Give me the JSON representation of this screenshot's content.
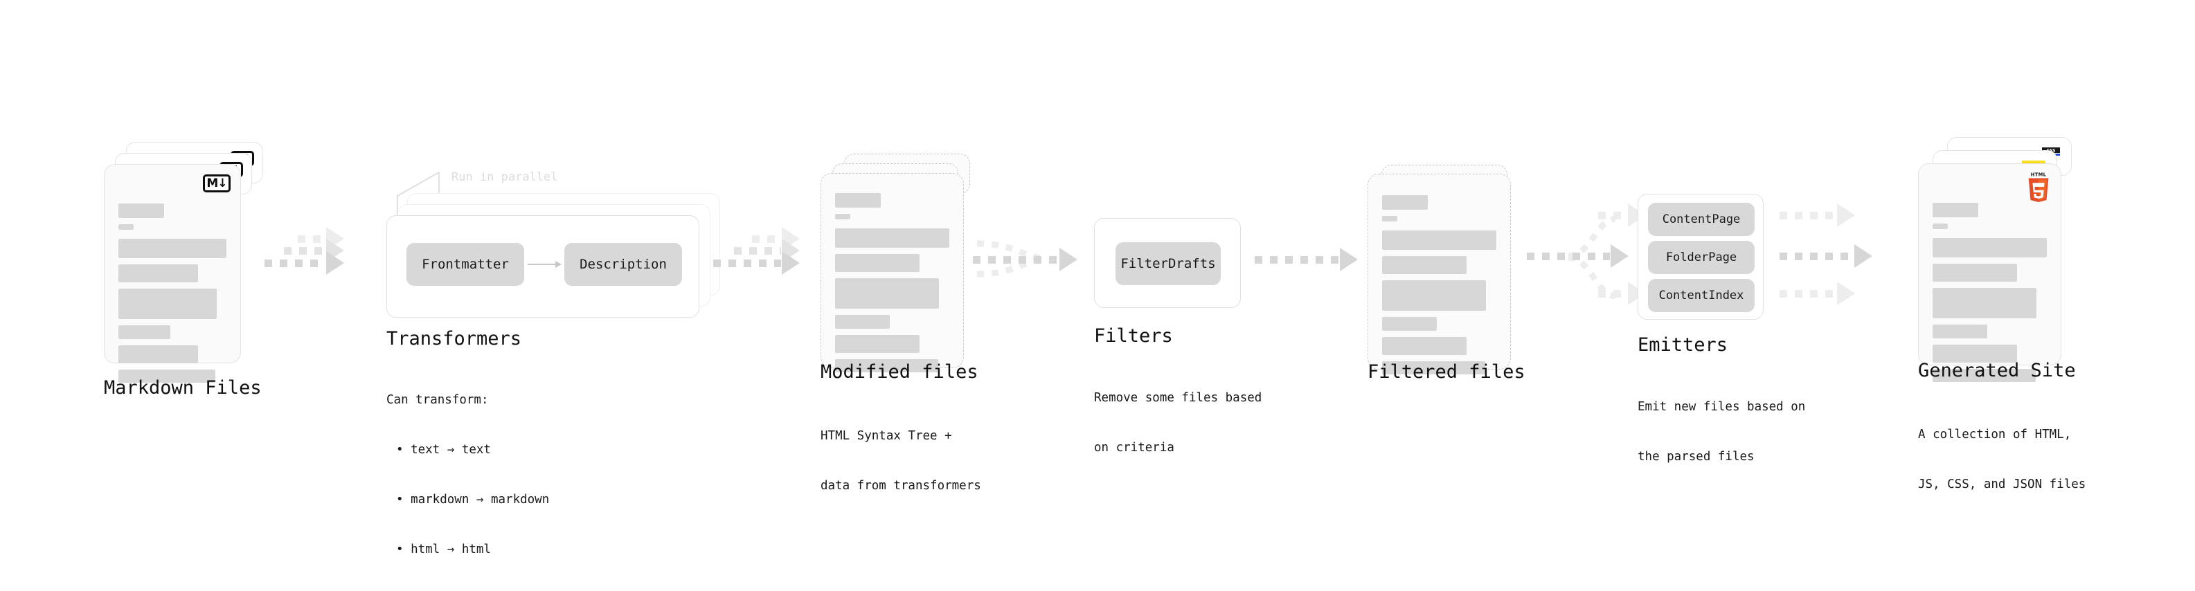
{
  "diagram": {
    "title_font_note": "",
    "colors": {
      "card_bg": "#fafafa",
      "card_border": "#e3e3e3",
      "dashed_border": "#c9c9c9",
      "bar": "#d7d7d7",
      "pill": "#d8d8d8",
      "arrow_strong": "#d6d6d6",
      "arrow_weak": "#ededed",
      "annotation_text": "#dcdcdc",
      "html5_orange": "#e44d26",
      "html5_orange_dark": "#f16529",
      "css_blue": "#264de4",
      "js_yellow": "#f7df1e",
      "text": "#111111"
    },
    "stages": [
      {
        "id": "markdown-files",
        "title": "Markdown Files",
        "caption": "",
        "badge": "M↓",
        "badge_name": "markdown-badge",
        "stack_count": 3,
        "card_style": "solid"
      },
      {
        "id": "transformers",
        "title": "Transformers",
        "caption_lines": [
          "Can transform:",
          "• text → text",
          "• markdown → markdown",
          "• html → html"
        ],
        "annotation": "Run in parallel",
        "stack_count": 3,
        "pills": [
          "Frontmatter",
          "Description"
        ]
      },
      {
        "id": "modified-files",
        "title": "Modified files",
        "caption_lines": [
          "HTML Syntax Tree +",
          "data from transformers"
        ],
        "stack_count": 3,
        "card_style": "dashed"
      },
      {
        "id": "filters",
        "title": "Filters",
        "caption_lines": [
          "Remove some files based",
          "on criteria"
        ],
        "pills": [
          "FilterDrafts"
        ]
      },
      {
        "id": "filtered-files",
        "title": "Filtered files",
        "caption_lines": [],
        "stack_count": 2,
        "card_style": "dashed"
      },
      {
        "id": "emitters",
        "title": "Emitters",
        "caption_lines": [
          "Emit new files based on",
          "the parsed files"
        ],
        "pills": [
          "ContentPage",
          "FolderPage",
          "ContentIndex"
        ]
      },
      {
        "id": "generated-site",
        "title": "Generated Site",
        "caption_lines": [
          "A collection of HTML,",
          "JS, CSS, and JSON files"
        ],
        "stack_count": 3,
        "badges": [
          "html5-badge",
          "js-badge",
          "css-badge"
        ]
      }
    ],
    "labels": {
      "markdown_files": "Markdown Files",
      "transformers": "Transformers",
      "modified_files": "Modified files",
      "filters": "Filters",
      "filtered_files": "Filtered files",
      "emitters": "Emitters",
      "generated_site": "Generated Site",
      "run_in_parallel": "Run in parallel",
      "markdown_badge_text": "M↓",
      "css_badge_text": "CSS"
    },
    "captions": {
      "transformers_head": "Can transform:",
      "transformers_b1": "• text → text",
      "transformers_b2": "• markdown → markdown",
      "transformers_b3": "• html → html",
      "modified_l1": "HTML Syntax Tree +",
      "modified_l2": "data from transformers",
      "filters_l1": "Remove some files based",
      "filters_l2": "on criteria",
      "emitters_l1": "Emit new files based on",
      "emitters_l2": "the parsed files",
      "generated_l1": "A collection of HTML,",
      "generated_l2": "JS, CSS, and JSON files"
    },
    "pills": {
      "frontmatter": "Frontmatter",
      "description": "Description",
      "filterdrafts": "FilterDrafts",
      "contentpage": "ContentPage",
      "folderpage": "FolderPage",
      "contentindex": "ContentIndex"
    }
  }
}
